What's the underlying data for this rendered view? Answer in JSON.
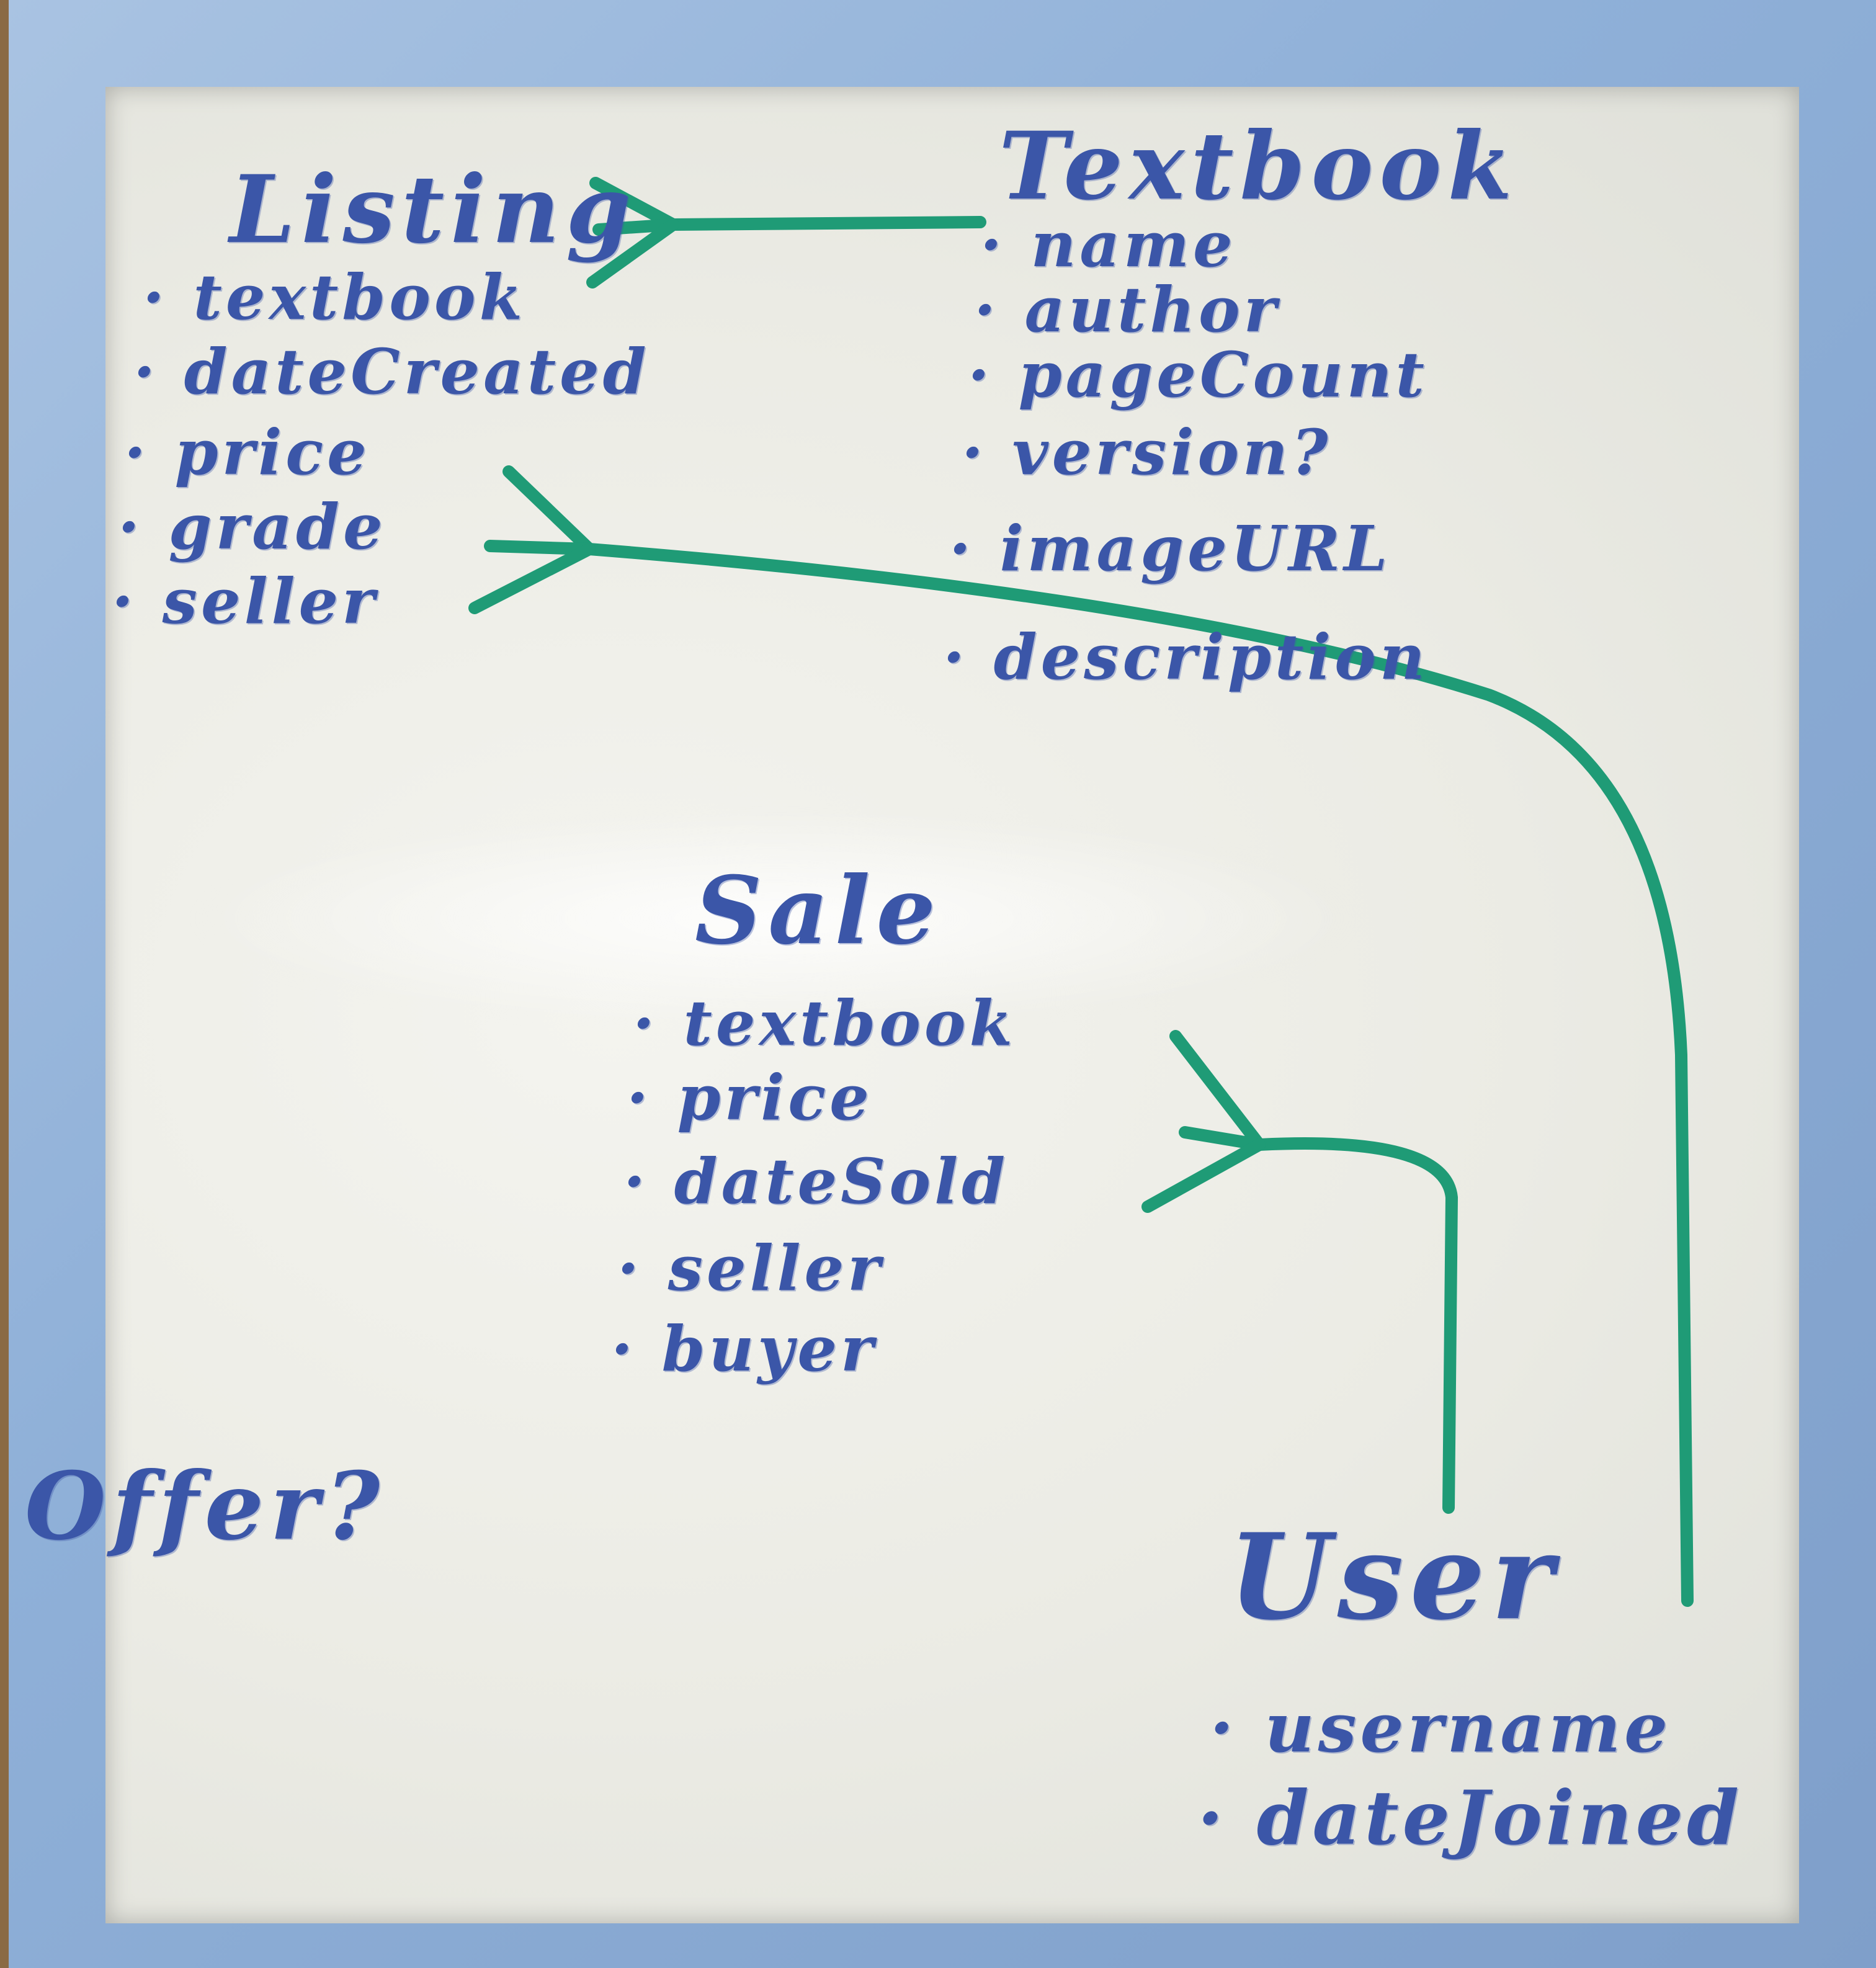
{
  "entities": {
    "listing": {
      "title": "Listing",
      "attributes": [
        "textbook",
        "dateCreated",
        "price",
        "grade",
        "seller"
      ]
    },
    "textbook": {
      "title": "Textbook",
      "attributes": [
        "name",
        "author",
        "pageCount",
        "version?",
        "imageURL",
        "description"
      ]
    },
    "sale": {
      "title": "Sale",
      "attributes": [
        "textbook",
        "price",
        "dateSold",
        "seller",
        "buyer"
      ]
    },
    "user": {
      "title": "User",
      "attributes": [
        "username",
        "dateJoined"
      ]
    },
    "offer": {
      "title": "Offer?"
    }
  },
  "colors": {
    "marker_blue": "#3b56a8",
    "marker_green": "#1f9b76",
    "frame_blue": "#8fb0d8",
    "board_white": "#ecece6"
  },
  "relationships": [
    {
      "from": "listing",
      "to": "textbook",
      "type": "many-to-one"
    },
    {
      "from": "listing",
      "to": "user",
      "type": "many-to-one"
    },
    {
      "from": "sale",
      "to": "user",
      "type": "many-to-one"
    }
  ]
}
